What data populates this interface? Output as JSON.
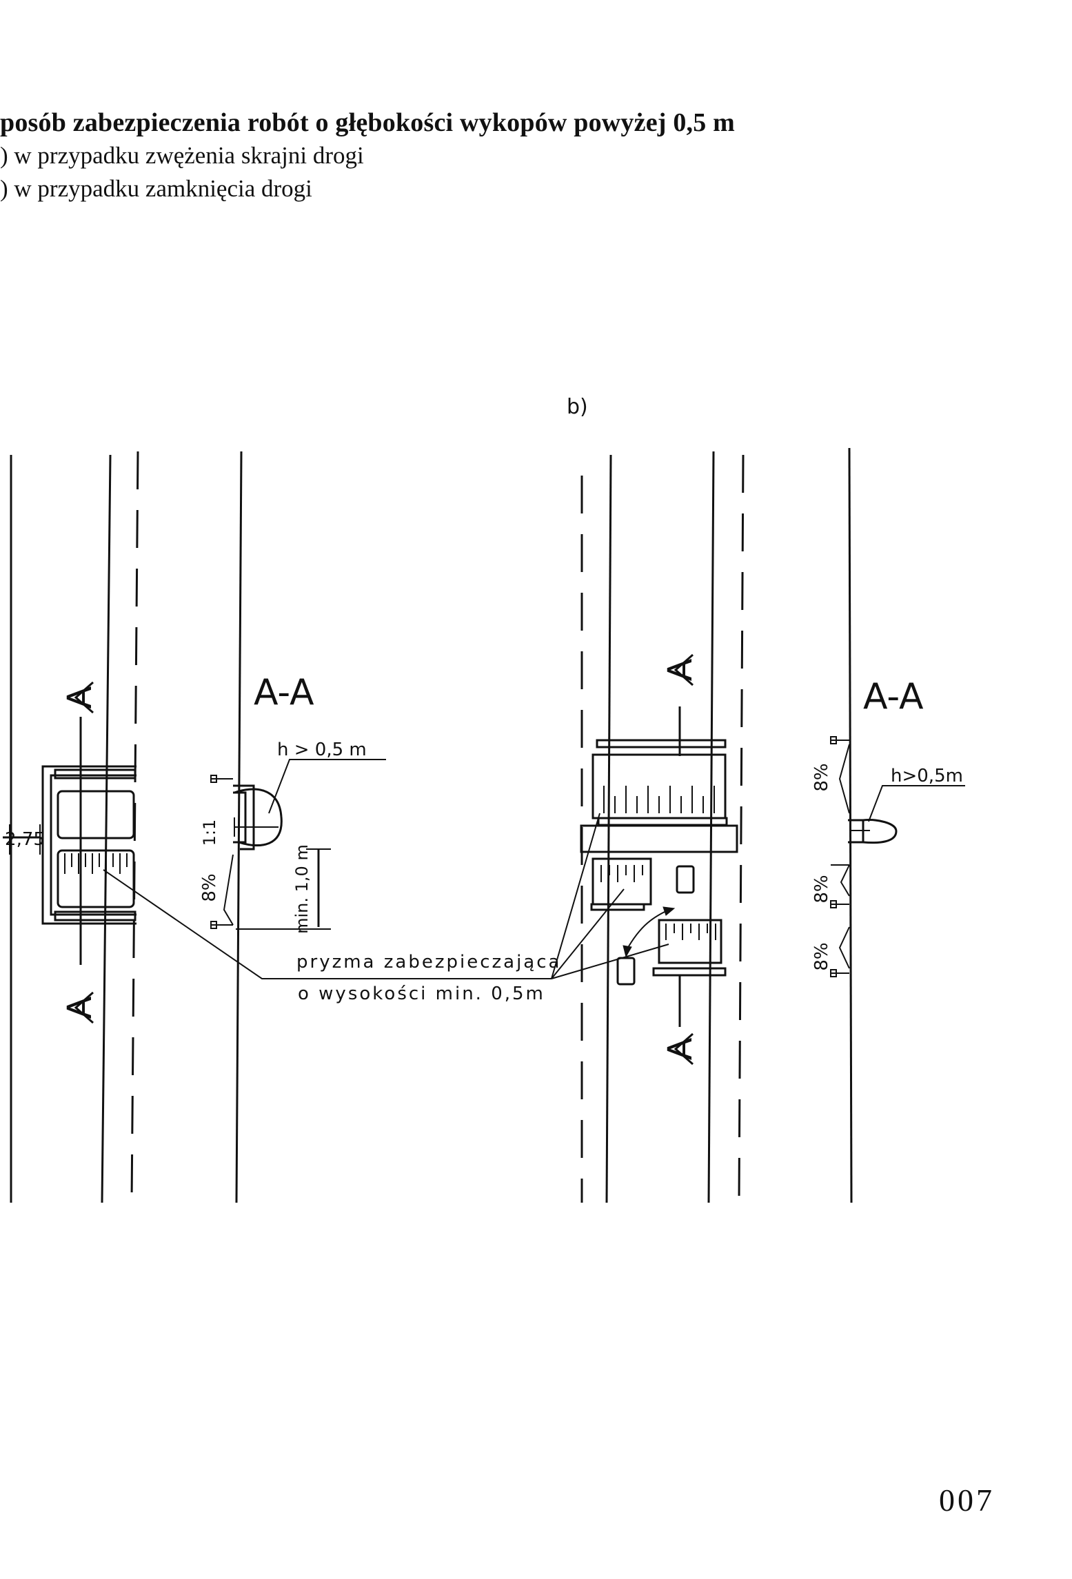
{
  "header": {
    "title": "posób zabezpieczenia robót o głębokości wykopów powyżej 0,5 m",
    "item_a": ") w przypadku zwężenia skrajni drogi",
    "item_b": ") w przypadku zamknięcia drogi"
  },
  "labels": {
    "panel_b": "b)",
    "section_a_left": "A",
    "section_a_bottom": "A",
    "section_aa_left": "A-A",
    "depth_left": "h > 0,5 m",
    "slope_ratio": "1:1",
    "min_distance": "min. 1,0 m",
    "slope_left": "8%",
    "offset_width": "2,75",
    "embankment_line1": "pryzma zabezpieczająca",
    "embankment_line2": "o wysokości min. 0,5m",
    "section_a_right_top": "A",
    "section_a_right_bottom": "A",
    "section_aa_right": "A-A",
    "depth_right": "h>0,5m",
    "slope_right_1": "8%",
    "slope_right_2": "8%",
    "slope_right_3": "8%"
  },
  "page_number": "007"
}
